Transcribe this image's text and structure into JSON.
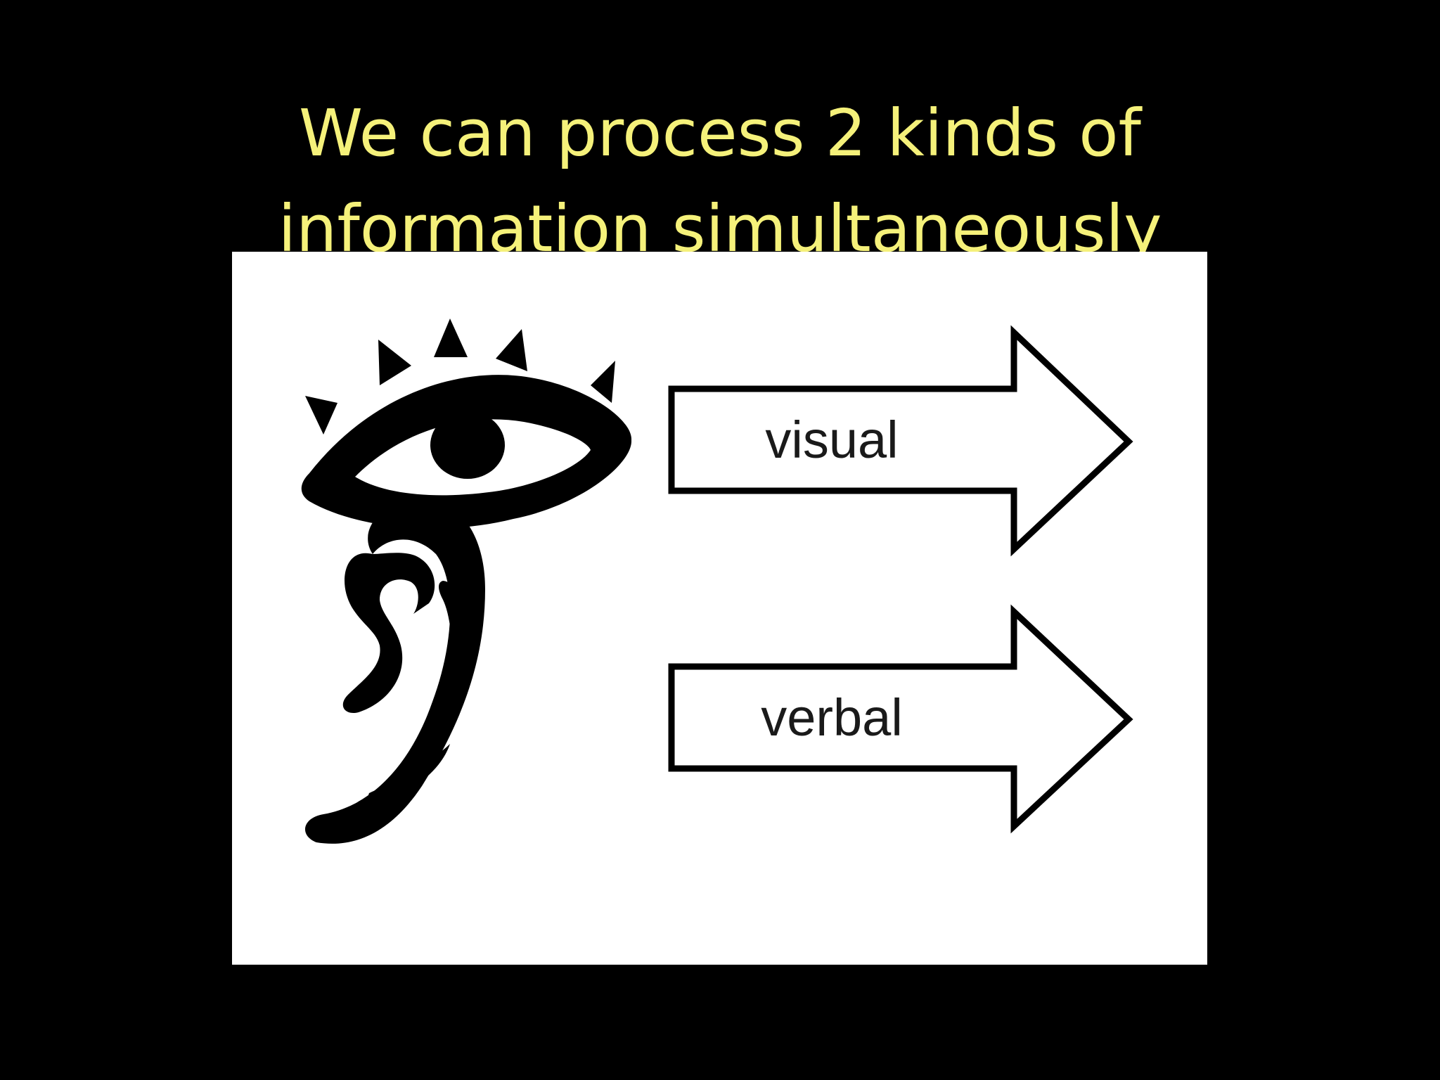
{
  "slide": {
    "title_line1": "We can process 2 kinds of",
    "title_line2": "information simultaneously",
    "title_color": "#f5f17a",
    "background_color": "#000000"
  },
  "diagram": {
    "panel_color": "#ffffff",
    "rows": [
      {
        "icon": "eye-icon",
        "arrow_label": "visual"
      },
      {
        "icon": "ear-icon",
        "arrow_label": "verbal"
      }
    ]
  }
}
